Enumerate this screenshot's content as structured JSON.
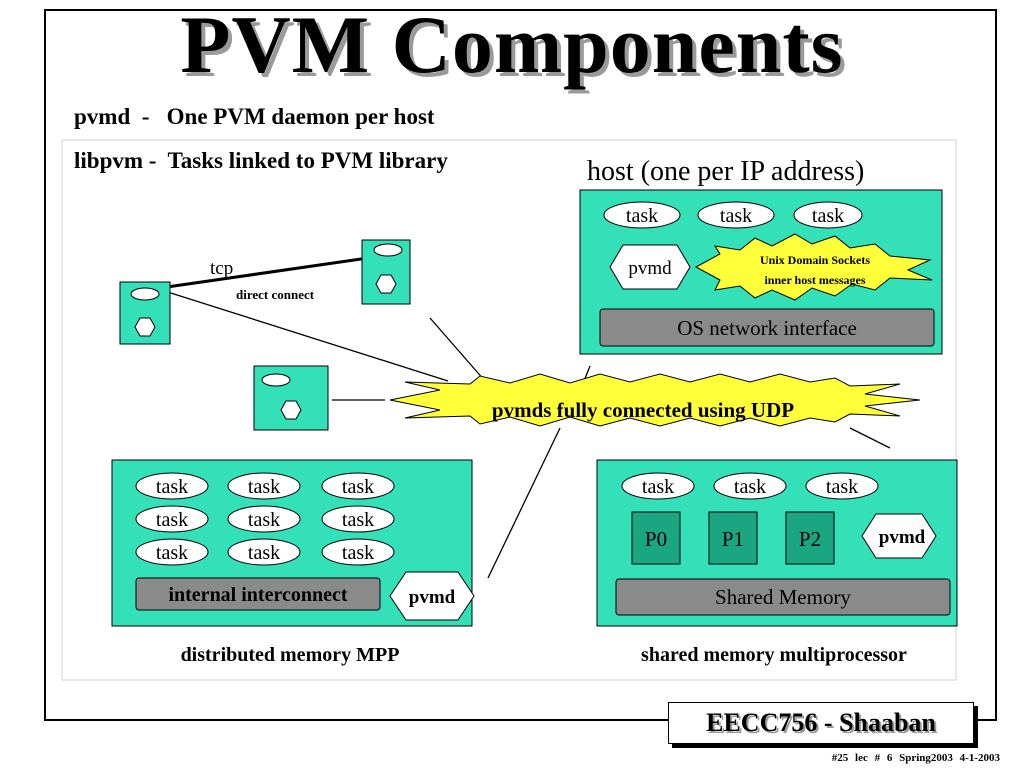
{
  "slide": {
    "title": "PVM Components",
    "bullets": [
      "pvmd  -   One PVM daemon per host",
      "libpvm -  Tasks linked to PVM library"
    ]
  },
  "diagram": {
    "host_panel": {
      "caption": "host (one per IP address)",
      "tasks": [
        "task",
        "task",
        "task"
      ],
      "daemon": "pvmd",
      "unix_sockets_label": [
        "Unix Domain Sockets",
        "inner host messages"
      ],
      "network_interface": "OS  network interface"
    },
    "tcp_label": "tcp",
    "direct_connect_label": "direct connect",
    "udp_label": "pvmds fully connected using UDP",
    "mpp_panel": {
      "tasks": [
        "task",
        "task",
        "task",
        "task",
        "task",
        "task",
        "task",
        "task",
        "task"
      ],
      "interconnect": "internal interconnect",
      "daemon": "pvmd",
      "caption": "distributed memory  MPP"
    },
    "smp_panel": {
      "tasks": [
        "task",
        "task",
        "task"
      ],
      "processors": [
        "P0",
        "P1",
        "P2"
      ],
      "daemon": "pvmd",
      "shared_memory": "Shared Memory",
      "caption": "shared memory multiprocessor"
    },
    "colors": {
      "panel_fill": "#33e0b8",
      "processor_fill": "#1aa680",
      "gray_bar": "#8a8a8a",
      "burst_fill": "#ffff3a"
    }
  },
  "footer": {
    "brand": "EECC756 - Shaaban",
    "info": "#25   lec # 6     Spring2003    4-1-2003"
  }
}
